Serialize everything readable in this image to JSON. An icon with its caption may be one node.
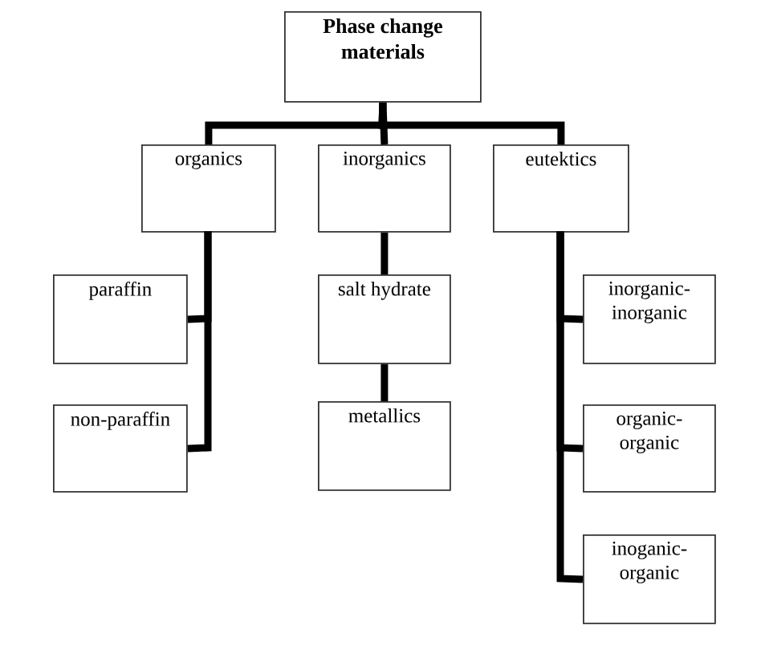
{
  "diagram": {
    "nodes": [
      {
        "text": [
          "Phase change materials"
        ]
      },
      {
        "text": [
          "organics"
        ]
      },
      {
        "text": [
          "inorganics"
        ]
      },
      {
        "text": [
          "eutektics"
        ]
      },
      {
        "text": [
          "paraffin"
        ]
      },
      {
        "text": [
          "non-paraffin"
        ]
      },
      {
        "text": [
          "salt hydrate"
        ]
      },
      {
        "text": [
          "metallics"
        ]
      },
      {
        "text": [
          "inorganic-inorganic"
        ]
      },
      {
        "text": [
          "organic-organic"
        ]
      },
      {
        "text": [
          "inoganic-organic"
        ]
      }
    ],
    "edges": [
      {
        "from": 0,
        "to": 1,
        "arrow": "none"
      },
      {
        "from": 0,
        "to": 2,
        "arrow": "none"
      },
      {
        "from": 0,
        "to": 3,
        "arrow": "none"
      },
      {
        "from": 1,
        "to": 4,
        "arrow": "none"
      },
      {
        "from": 1,
        "to": 5,
        "arrow": "none"
      },
      {
        "from": 2,
        "to": 6,
        "arrow": "none"
      },
      {
        "from": 6,
        "to": 7,
        "arrow": "none"
      },
      {
        "from": 3,
        "to": 8,
        "arrow": "none"
      },
      {
        "from": 3,
        "to": 9,
        "arrow": "none"
      },
      {
        "from": 3,
        "to": 10,
        "arrow": "none"
      }
    ]
  }
}
